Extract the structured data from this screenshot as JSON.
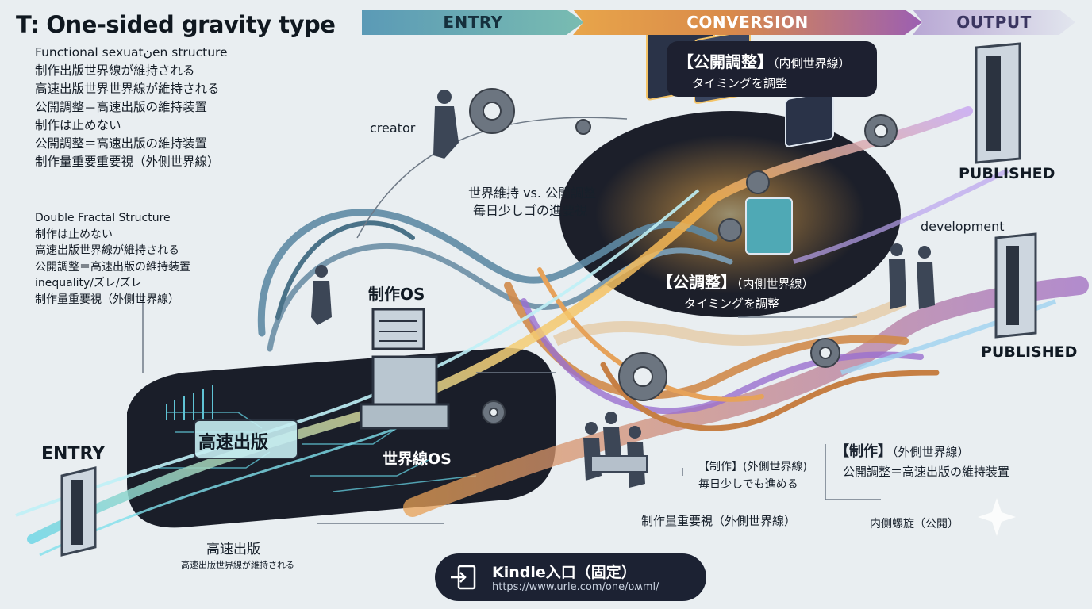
{
  "title": "T: One-sided gravity type",
  "stages": {
    "entry": "ENTRY",
    "conversion": "CONVERSION",
    "output": "OUTPUT"
  },
  "notes_top": {
    "heading": "Functional sexuatنen structure",
    "lines": [
      "制作出版世界線が維持される",
      "高速出版世界世界線が維持される",
      "公開調整＝高速出版の維持装置",
      "制作は止めない",
      "公開調整＝高速出版の維持装置",
      "制作量重要重要視（外側世界線）"
    ]
  },
  "notes_double": {
    "heading": "Double Fractal Structure",
    "lines": [
      "制作は止めない",
      "高速出版世界線が維持される",
      "公開調整＝高速出版の維持装置",
      "inequality/ズレ/ズレ",
      "制作量重要視（外側世界線）"
    ]
  },
  "labels": {
    "creator": "creator",
    "world_vs": "世界維持 vs. 公開調整",
    "world_vs_sub": "毎日少しゴの進要視",
    "seisaku_os": "制作OS",
    "sekai_os": "世界線OS",
    "kousoku_chip": "高速出版",
    "entry": "ENTRY",
    "kousoku_bottom": "高速出版",
    "kousoku_bottom_sub": "高速出版世界線が維持される",
    "kokai_top": "【公開調整】",
    "kokai_top_suffix": "（内側世界線）",
    "kokai_top_sub": "タイミングを調整",
    "kokai_mid": "【公調整】",
    "kokai_mid_suffix": "（内側世界線）",
    "kokai_mid_sub": "タイミングを調整",
    "published1": "PUBLISHED",
    "development": "development",
    "published2": "PUBLISHED",
    "seisaku_right": "【制作】",
    "seisaku_right_suffix": "（外側世界線）",
    "seisaku_right_sub": "公開調整＝高速出版の維持装置",
    "seisaku_mid": "【制作】(外側世界線)",
    "seisaku_mid_sub": "毎日少しでも進める",
    "seisaku_ryo": "制作量重要視（外側世界線）",
    "naisoku": "内側螺旋（公開）"
  },
  "kindle": {
    "label": "Kindle入口（固定）",
    "url": "https://www.urle.com/one/ʋʍml/"
  },
  "colors": {
    "entry_band": "#5b9ab6",
    "conversion_band": "#e8a54a",
    "output_band": "#b8a7d4",
    "dark_panel": "#1c1f2a",
    "glow": "#f5c04a",
    "cyan": "#6fd6e6",
    "purple": "#9a6fd0"
  }
}
